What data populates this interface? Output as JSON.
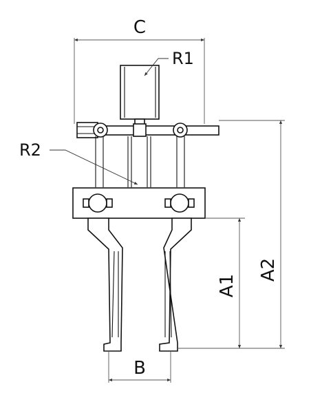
{
  "drawing": {
    "labels": {
      "c": "C",
      "b": "B",
      "a1": "A1",
      "a2": "A2",
      "r1": "R1",
      "r2": "R2"
    },
    "colors": {
      "line": "#111111",
      "dimension": "#555555",
      "background": "#ffffff"
    }
  }
}
